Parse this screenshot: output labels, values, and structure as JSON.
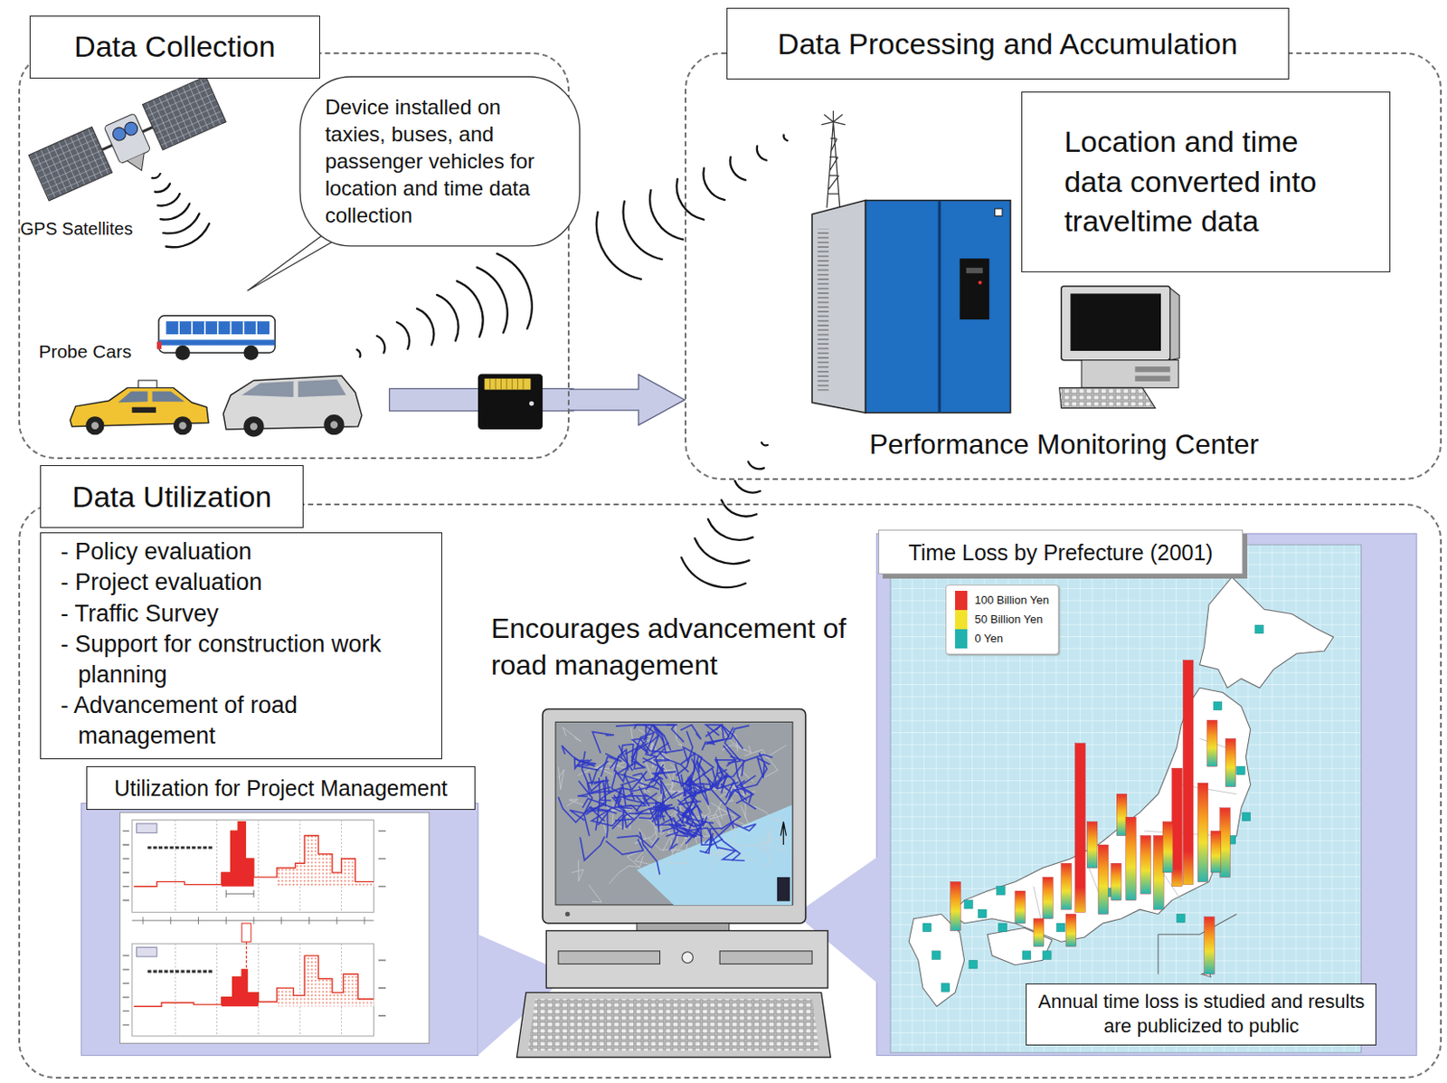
{
  "diagram": {
    "nodes": [
      {
        "text": [
          "Data Collection"
        ]
      },
      {
        "text": [
          "Device installed on taxies, buses, and passenger vehicles for location and time data collection"
        ],
        "in": 0
      },
      {
        "text": [
          "Data Processing and Accumulation"
        ]
      },
      {
        "text": [
          "Location and time data converted into traveltime data"
        ],
        "in": 2
      },
      {
        "text": [
          "Data Utilization"
        ]
      },
      {
        "text": [
          "- Policy evaluation",
          "- Project evaluation",
          "- Traffic Survey",
          "- Support for construction work planning",
          "- Advancement of road management"
        ],
        "in": 4
      },
      {
        "text": [
          "Utilization for Project Management"
        ],
        "in": 4
      },
      {
        "text": [
          "Time Loss by Prefecture (2001)"
        ],
        "in": 4
      },
      {
        "text": [
          "Annual time loss is studied and results are publicized to public"
        ],
        "in": 7
      }
    ],
    "edges": [
      {
        "from": 0,
        "to": 2,
        "arrow": "to"
      }
    ],
    "labels": [
      "GPS Satellites",
      "Probe Cars",
      "Performance Monitoring Center",
      "Encourages advancement of road management"
    ],
    "legend": [
      {
        "text": "100 Billion Yen",
        "color": "#e8302a"
      },
      {
        "text": "50 Billion Yen",
        "color": "#f2e22c"
      },
      {
        "text": "0 Yen",
        "color": "#22b2ad"
      }
    ]
  }
}
